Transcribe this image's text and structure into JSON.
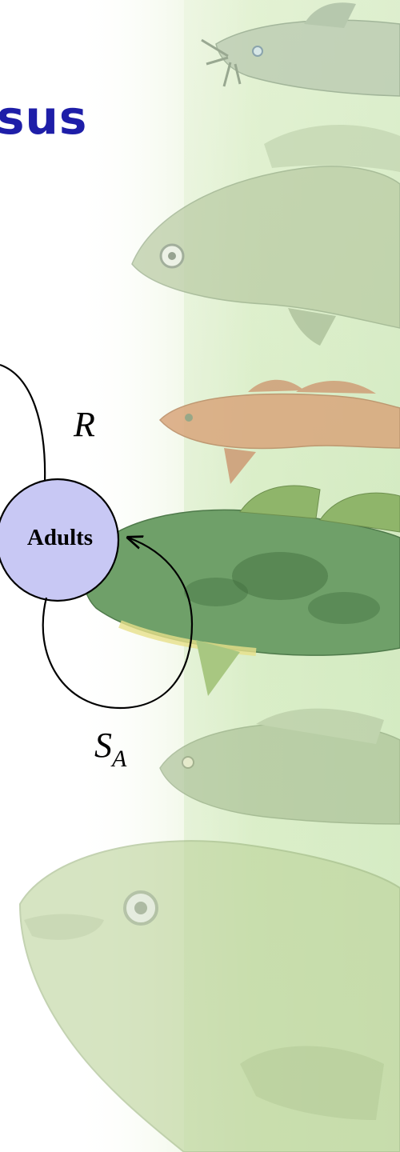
{
  "slide": {
    "title_fragment": "sus",
    "title_color": "#1e1ea8"
  },
  "diagram": {
    "node": {
      "label": "Adults",
      "fill": "#c8c8f4"
    },
    "transitions": {
      "recruitment": "R",
      "adult_survival": {
        "symbol": "S",
        "subscript": "A"
      }
    }
  },
  "background": {
    "description_icon": "fish-illustrations-icon",
    "water_color": "#d9ecc6"
  }
}
